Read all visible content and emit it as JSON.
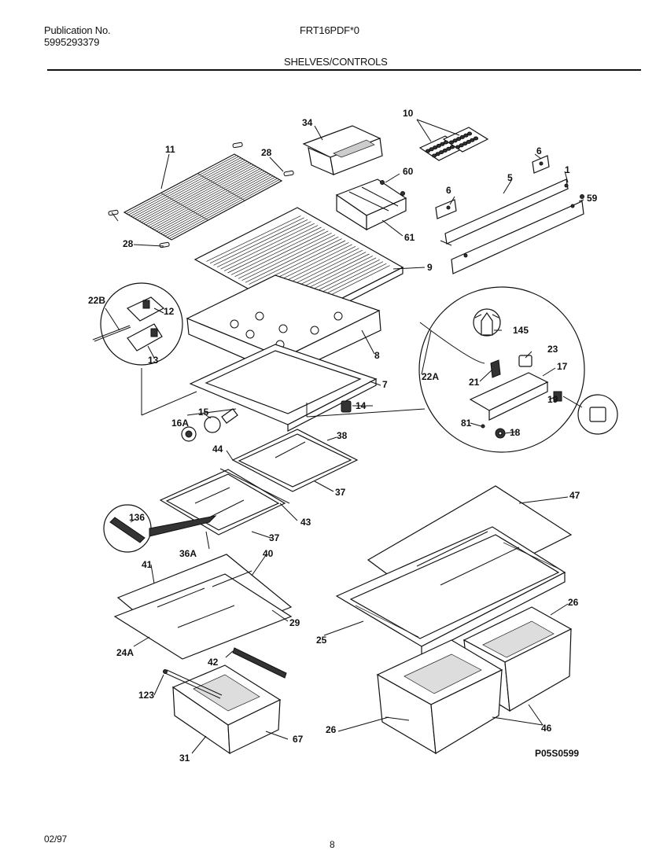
{
  "header": {
    "publication_label": "Publication No.",
    "publication_number": "5995293379",
    "model": "FRT16PDF*0",
    "section_title": "SHELVES/CONTROLS"
  },
  "footer": {
    "date": "02/97",
    "page": "8"
  },
  "diagram": {
    "drawing_id": "P05S0599",
    "callouts": [
      "11",
      "28",
      "28",
      "34",
      "10",
      "6",
      "60",
      "6",
      "5",
      "1",
      "59",
      "61",
      "9",
      "22B",
      "12",
      "13",
      "8",
      "7",
      "14",
      "15",
      "16A",
      "145",
      "23",
      "17",
      "22A",
      "21",
      "19",
      "81",
      "18",
      "38",
      "44",
      "37",
      "43",
      "136",
      "37",
      "36A",
      "47",
      "41",
      "40",
      "29",
      "24A",
      "25",
      "26",
      "42",
      "123",
      "31",
      "67",
      "26",
      "46"
    ]
  }
}
